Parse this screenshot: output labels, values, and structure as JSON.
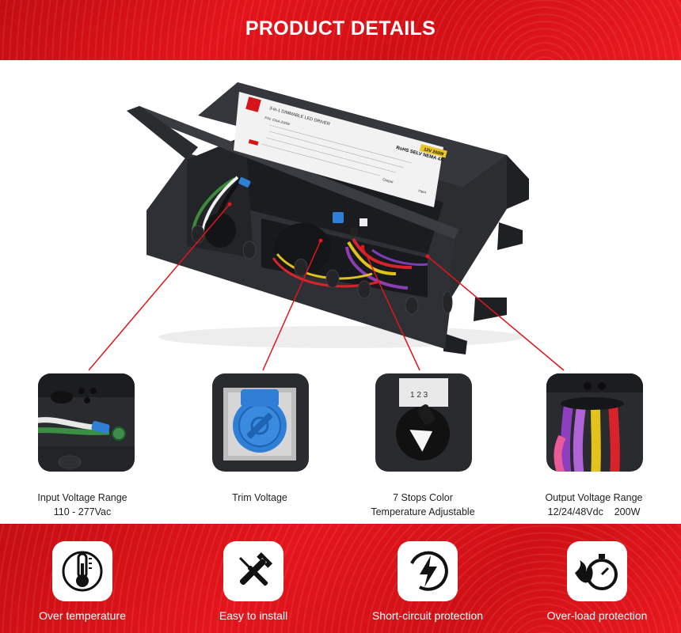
{
  "header": {
    "title": "PRODUCT DETAILS"
  },
  "product": {
    "label_brand": "3-in-1 DIMMABLE LED DRIVER",
    "label_model": "P/N: CNA-200W",
    "label_rating": "12V 200W",
    "label_marks": "RoHS SELV NEMA 4X",
    "label_output": "Output",
    "label_input": "Input"
  },
  "details": [
    {
      "name": "input-voltage",
      "lines": [
        "Input Voltage Range",
        "110 - 277Vac"
      ]
    },
    {
      "name": "trim-voltage",
      "lines": [
        "Trim Voltage"
      ]
    },
    {
      "name": "color-temperature",
      "lines": [
        "7 Stops Color",
        "Temperature Adjustable"
      ]
    },
    {
      "name": "output-voltage",
      "lines": [
        "Output Voltage Range",
        "12/24/48Vdc    200W"
      ]
    }
  ],
  "features": [
    {
      "icon": "thermometer-icon",
      "label": "Over temperature"
    },
    {
      "icon": "tools-icon",
      "label": "Easy to install"
    },
    {
      "icon": "lightning-icon",
      "label": "Short-circuit protection"
    },
    {
      "icon": "stopwatch-icon",
      "label": "Over-load protection"
    }
  ],
  "colors": {
    "brand_red": "#e3141b",
    "pointer_red": "#e0161c",
    "enclosure": "#2b2d31",
    "knob_blue": "#2f7fd6"
  }
}
